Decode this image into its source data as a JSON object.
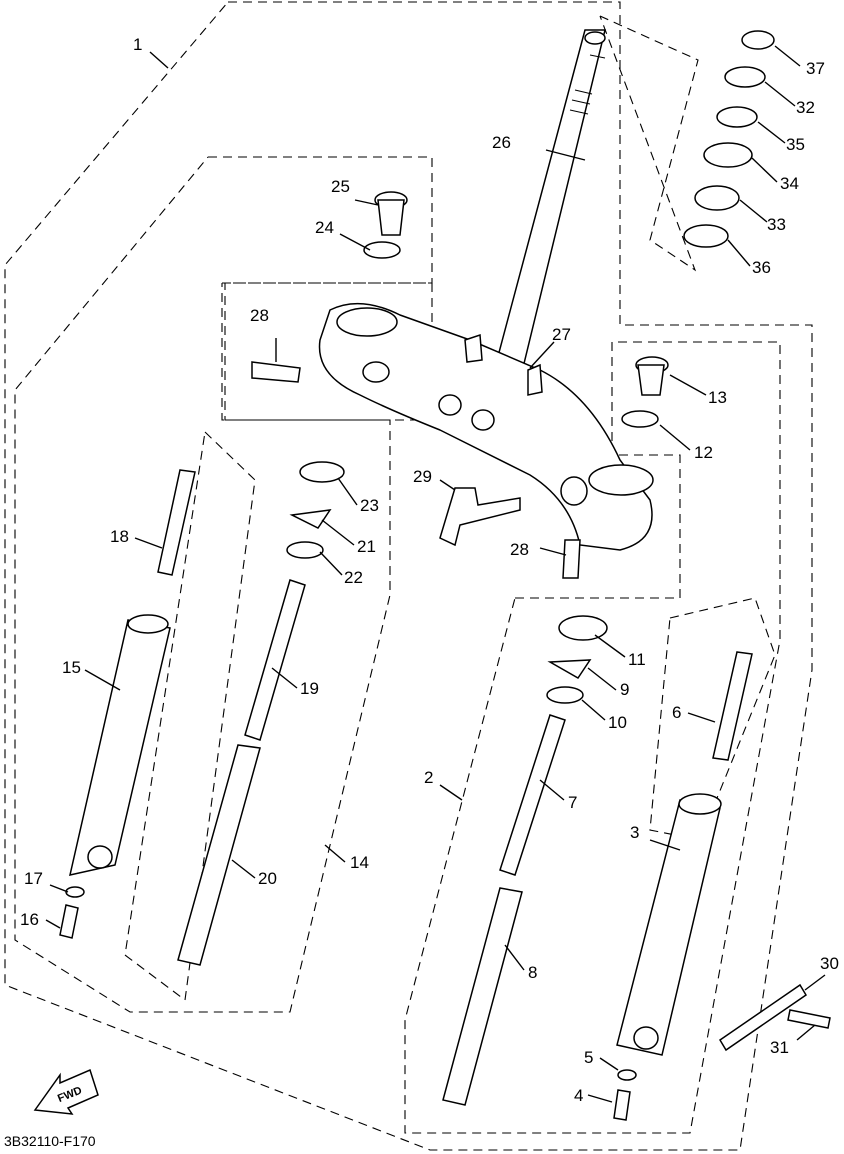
{
  "diagram": {
    "code": "3B32110-F170",
    "fwd_label": "FWD",
    "parts": [
      {
        "id": "1"
      },
      {
        "id": "2"
      },
      {
        "id": "3"
      },
      {
        "id": "4"
      },
      {
        "id": "5"
      },
      {
        "id": "6"
      },
      {
        "id": "7"
      },
      {
        "id": "8"
      },
      {
        "id": "9"
      },
      {
        "id": "10"
      },
      {
        "id": "11"
      },
      {
        "id": "12"
      },
      {
        "id": "13"
      },
      {
        "id": "14"
      },
      {
        "id": "15"
      },
      {
        "id": "16"
      },
      {
        "id": "17"
      },
      {
        "id": "18"
      },
      {
        "id": "19"
      },
      {
        "id": "20"
      },
      {
        "id": "21"
      },
      {
        "id": "22"
      },
      {
        "id": "23"
      },
      {
        "id": "24"
      },
      {
        "id": "25"
      },
      {
        "id": "26"
      },
      {
        "id": "27"
      },
      {
        "id": "28a",
        "label": "28"
      },
      {
        "id": "28b",
        "label": "28"
      },
      {
        "id": "29"
      },
      {
        "id": "30"
      },
      {
        "id": "31"
      },
      {
        "id": "32"
      },
      {
        "id": "33"
      },
      {
        "id": "34"
      },
      {
        "id": "35"
      },
      {
        "id": "36"
      },
      {
        "id": "37"
      }
    ]
  }
}
